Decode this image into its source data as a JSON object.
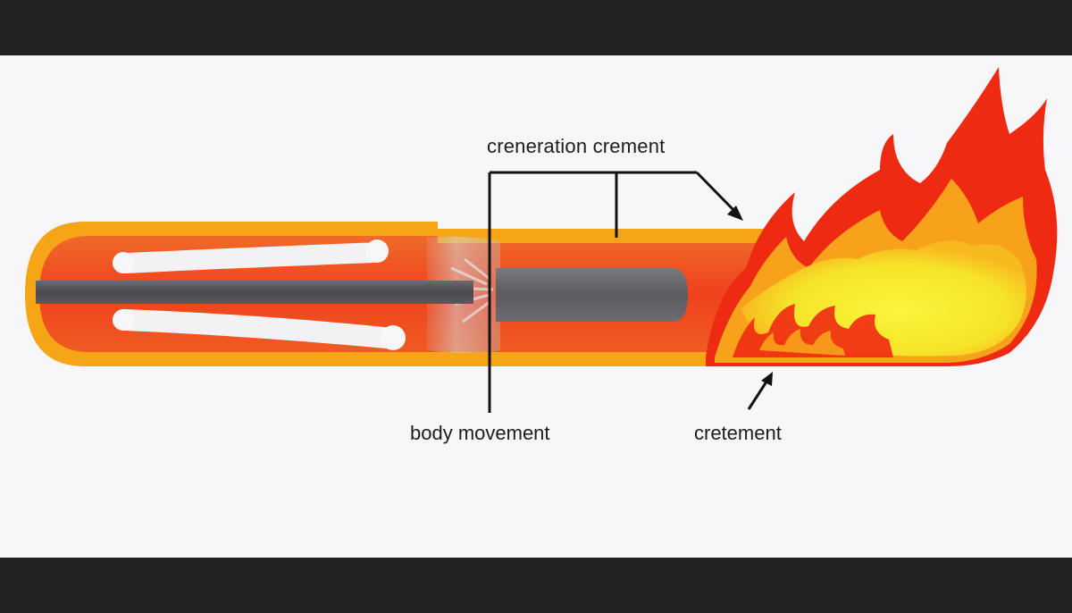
{
  "labels": {
    "creneration_crement": "creneration crement",
    "body_movement": "body movement",
    "cretement": "cretement"
  },
  "colors": {
    "tube_outer": "#f5a516",
    "tube_inner": "#f04a1e",
    "flame_red": "#ef2a12",
    "flame_orange": "#f8a21b",
    "flame_yellow": "#f6ee2a",
    "rod": "#4a4a4e",
    "bone": "#f2f2f4",
    "letterbox": "#242220",
    "background": "#f7f7fa"
  }
}
